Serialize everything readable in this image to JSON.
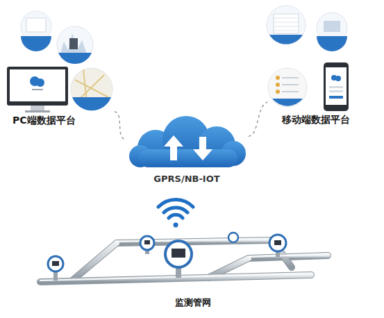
{
  "diagram": {
    "nodes": [
      {
        "text": [
          "PC端数据平台"
        ]
      },
      {
        "text": [
          "GPRS/NB-IOT"
        ]
      },
      {
        "text": [
          "移动端数据平台"
        ]
      },
      {
        "text": [
          "监测管网"
        ]
      }
    ],
    "edges": [
      {
        "from": 0,
        "to": 1,
        "arrow": "none"
      },
      {
        "from": 1,
        "to": 2,
        "arrow": "none"
      }
    ]
  }
}
